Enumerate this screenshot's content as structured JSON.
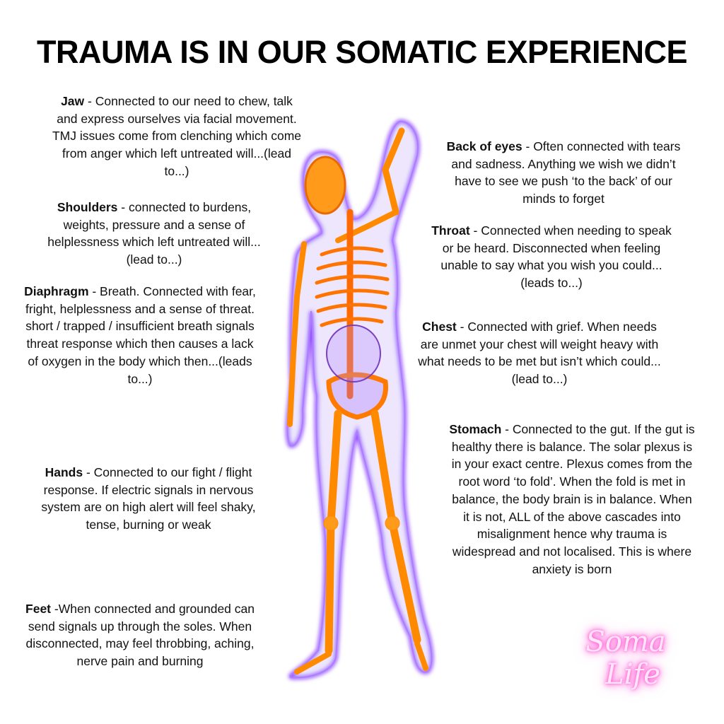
{
  "title": "TRAUMA IS IN OUR SOMATIC EXPERIENCE",
  "left": [
    {
      "heading": "Jaw",
      "text": " - Connected to our need to chew, talk\nand express ourselves via facial movement.\nTMJ issues come from clenching which come\nfrom anger which left untreated will...(lead\nto...)"
    },
    {
      "heading": "Shoulders",
      "text": " - connected to burdens,\nweights, pressure and a sense of\nhelplessness which left untreated will...\n(lead to...)"
    },
    {
      "heading": "Diaphragm",
      "text": " - Breath. Connected with fear,\nfright, helplessness and a sense of threat.\nshort / trapped / insufficient breath signals\nthreat response which then causes a lack\nof oxygen in the body which then...(leads\nto...)"
    },
    {
      "heading": "Hands",
      "text": " - Connected to our fight / flight\nresponse. If electric signals in nervous\nsystem are on high alert will feel shaky,\ntense, burning or weak"
    },
    {
      "heading": "Feet",
      "text": " -When connected and grounded can\nsend signals up through the soles. When\ndisconnected, may feel throbbing, aching,\nnerve pain and burning"
    }
  ],
  "right": [
    {
      "heading": "Back of eyes",
      "text": " - Often connected with tears\nand sadness. Anything we wish we didn’t\nhave to see we push ‘to the back’ of our\nminds to forget"
    },
    {
      "heading": "Throat",
      "text": " - Connected when needing to speak\nor be heard. Disconnected when feeling\nunable to say what you wish you could...\n(leads to...)"
    },
    {
      "heading": "Chest",
      "text": " - Connected with grief. When needs\nare unmet your chest will weight heavy with\nwhat needs to be met but isn’t which could...\n(lead to...)"
    },
    {
      "heading": "Stomach",
      "text": " - Connected to the gut. If the gut is\nhealthy there is balance. The solar plexus is\nin your exact centre. Plexus comes from the\nroot word ‘to fold’. When the fold is met in\nbalance, the body brain is in balance. When\nit is not, ALL of the above cascades into\nmisalignment hence why trauma is\nwidespread and not localised. This is where\nanxiety is born"
    }
  ],
  "logo": {
    "line1": "Soma",
    "line2": "Life"
  },
  "colors": {
    "bone": "#ff8a00",
    "body": "#8b3dff",
    "glow": "#ff4fd8"
  }
}
